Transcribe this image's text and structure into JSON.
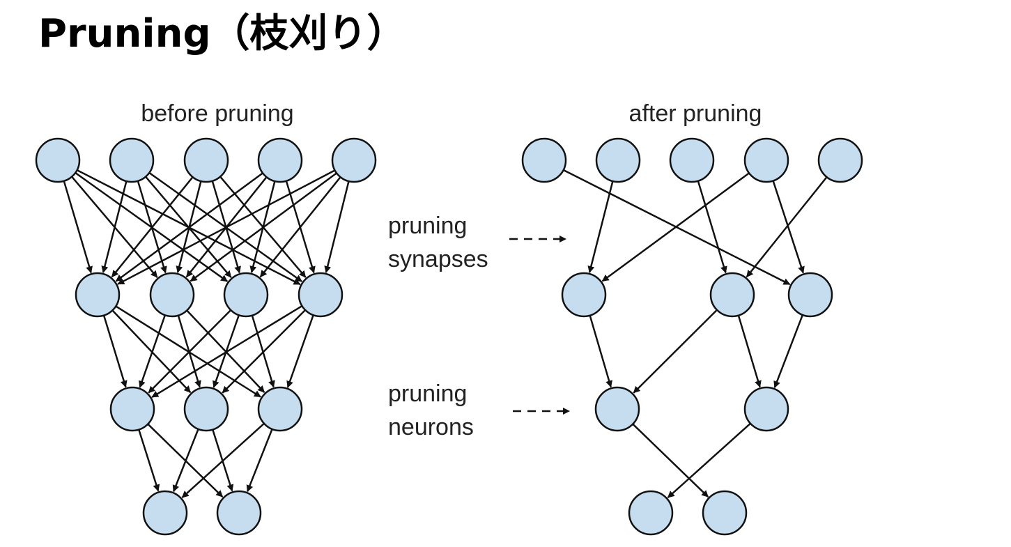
{
  "slide": {
    "title": "Pruning（枝刈り）"
  },
  "colors": {
    "node_fill": "#c6dcef",
    "node_stroke": "#111111",
    "edge": "#111111",
    "text": "#222222"
  },
  "panels": [
    {
      "id": "before",
      "label": "before pruning",
      "layers": [
        5,
        4,
        3,
        2
      ],
      "edges": [
        [
          [
            0,
            0
          ],
          [
            0,
            1
          ],
          [
            0,
            2
          ],
          [
            0,
            3
          ],
          [
            1,
            0
          ],
          [
            1,
            1
          ],
          [
            1,
            2
          ],
          [
            1,
            3
          ],
          [
            2,
            0
          ],
          [
            2,
            1
          ],
          [
            2,
            2
          ],
          [
            2,
            3
          ],
          [
            3,
            0
          ],
          [
            3,
            1
          ],
          [
            3,
            2
          ],
          [
            3,
            3
          ],
          [
            4,
            0
          ],
          [
            4,
            1
          ],
          [
            4,
            2
          ],
          [
            4,
            3
          ]
        ],
        [
          [
            0,
            0
          ],
          [
            0,
            1
          ],
          [
            0,
            2
          ],
          [
            1,
            0
          ],
          [
            1,
            1
          ],
          [
            1,
            2
          ],
          [
            2,
            0
          ],
          [
            2,
            1
          ],
          [
            2,
            2
          ],
          [
            3,
            0
          ],
          [
            3,
            1
          ],
          [
            3,
            2
          ]
        ],
        [
          [
            0,
            0
          ],
          [
            0,
            1
          ],
          [
            1,
            0
          ],
          [
            1,
            1
          ],
          [
            2,
            0
          ],
          [
            2,
            1
          ]
        ]
      ]
    },
    {
      "id": "after",
      "label": "after pruning",
      "layers": [
        5,
        3,
        2,
        2
      ],
      "edges": [
        [
          [
            0,
            2
          ],
          [
            1,
            0
          ],
          [
            2,
            1
          ],
          [
            3,
            0
          ],
          [
            3,
            2
          ],
          [
            4,
            1
          ]
        ],
        [
          [
            0,
            0
          ],
          [
            1,
            0
          ],
          [
            1,
            1
          ],
          [
            2,
            1
          ]
        ],
        [
          [
            0,
            1
          ],
          [
            1,
            0
          ]
        ]
      ]
    }
  ],
  "annotations": [
    {
      "id": "synapses",
      "lines": [
        "pruning",
        "synapses"
      ]
    },
    {
      "id": "neurons",
      "lines": [
        "pruning",
        "neurons"
      ]
    }
  ]
}
